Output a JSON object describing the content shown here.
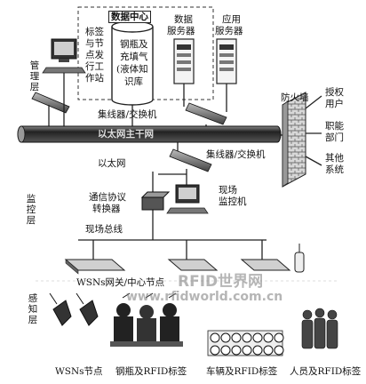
{
  "layers": {
    "management": "管理层",
    "monitoring": "监控层",
    "perception": "感知层"
  },
  "datacenter": {
    "title": "数据中心",
    "db_lines": [
      "钢瓶及",
      "充填气",
      "(液体知",
      "识库"
    ]
  },
  "workstation_label": [
    "标签",
    "与节",
    "点发",
    "行工",
    "作站"
  ],
  "data_server": [
    "数据",
    "服务器"
  ],
  "app_server": [
    "应用",
    "服务器"
  ],
  "hub_switch_top": "集线器/交换机",
  "backbone": "以太网主干网",
  "ethernet": "以太网",
  "hub_switch_mid": "集线器/交换机",
  "firewall": "防火墙",
  "auth_users": [
    "授权",
    "用户"
  ],
  "functional_dept": [
    "职能",
    "部门"
  ],
  "other_systems": [
    "其他",
    "系统"
  ],
  "protocol_converter": [
    "通信协议",
    "转换器"
  ],
  "field_monitor": [
    "现场",
    "监控机"
  ],
  "field_bus": "现场总线",
  "wsn_gateway": "WSNs网关/中心节点",
  "watermark": {
    "top": "RFID世界网",
    "bottom": "www.rfidworld.com.cn"
  },
  "bottom_labels": {
    "wsn_node": "WSNs节点",
    "cylinder_tag": "钢瓶及RFID标签",
    "vehicle_tag": "车辆及RFID标签",
    "person_tag": "人员及RFID标签"
  }
}
